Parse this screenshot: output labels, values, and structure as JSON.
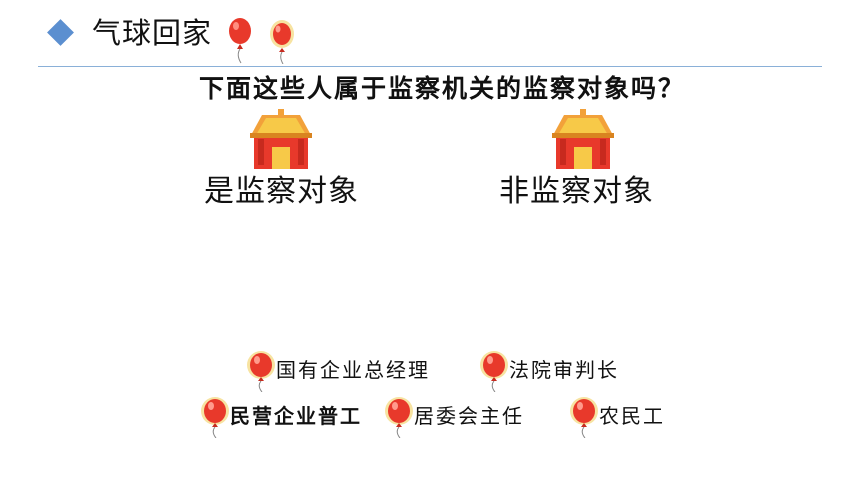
{
  "header": {
    "title": "气球回家",
    "accent_color": "#5b8fd0",
    "icons": [
      "diamond-bullet-icon",
      "balloon-icon"
    ]
  },
  "question": "下面这些人属于监察机关的监察对象吗？",
  "categories": [
    {
      "label": "是监察对象",
      "icon": "house-icon"
    },
    {
      "label": "非监察对象",
      "icon": "house-icon"
    }
  ],
  "balloons": [
    {
      "label": "国有企业总经理"
    },
    {
      "label": "法院审判长"
    },
    {
      "label": "民营企业普工"
    },
    {
      "label": "居委会主任"
    },
    {
      "label": "农民工"
    }
  ],
  "colors": {
    "balloon": "#e8392b",
    "house_roof": "#f2a13a",
    "house_wall": "#e8392b"
  }
}
